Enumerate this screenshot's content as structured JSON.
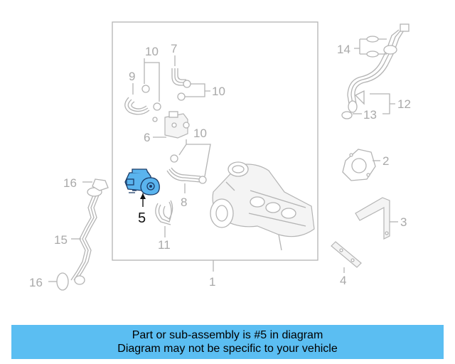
{
  "diagram": {
    "callouts": {
      "c1": "1",
      "c2": "2",
      "c3": "3",
      "c4": "4",
      "c5": "5",
      "c6": "6",
      "c7": "7",
      "c8": "8",
      "c9": "9",
      "c10a": "10",
      "c10b": "10",
      "c10c": "10",
      "c11": "11",
      "c12": "12",
      "c13": "13",
      "c14": "14",
      "c15": "15",
      "c16a": "16",
      "c16b": "16"
    },
    "selected_part": "5",
    "colors": {
      "highlight": "#5ab4ee",
      "linework": "#b4b4b4",
      "label": "#a9a9a9"
    }
  },
  "banner": {
    "line1": "Part or sub-assembly is #5 in diagram",
    "line2": "Diagram may not be specific to your vehicle",
    "background": "#5bbef2"
  }
}
